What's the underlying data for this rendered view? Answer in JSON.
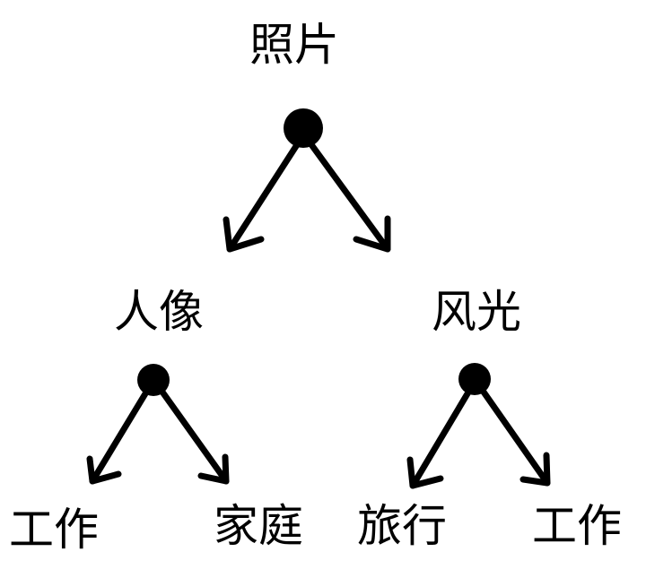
{
  "diagram": {
    "root": {
      "label": "照片",
      "children": [
        {
          "label": "人像",
          "children": [
            {
              "label": "工作"
            },
            {
              "label": "家庭"
            }
          ]
        },
        {
          "label": "风光",
          "children": [
            {
              "label": "旅行"
            },
            {
              "label": "工作"
            }
          ]
        }
      ]
    },
    "colors": {
      "ink": "#000000",
      "background": "#ffffff"
    }
  }
}
